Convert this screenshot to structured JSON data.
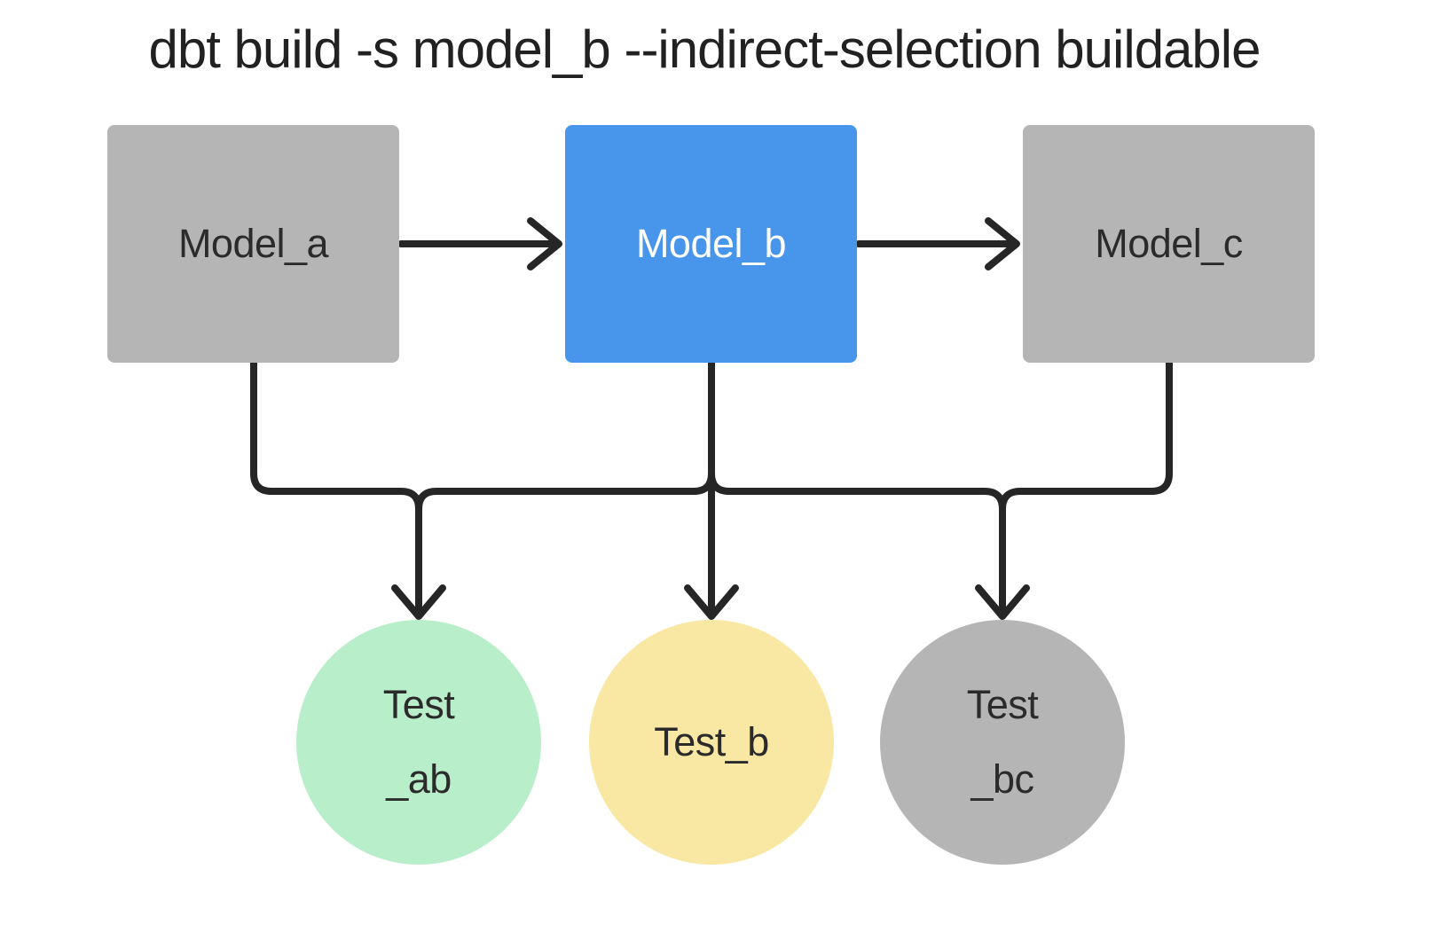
{
  "title": "dbt build -s model_b --indirect-selection buildable",
  "diagram": {
    "models": [
      {
        "id": "model_a",
        "label": "Model_a",
        "variant": "unselected"
      },
      {
        "id": "model_b",
        "label": "Model_b",
        "variant": "selected"
      },
      {
        "id": "model_c",
        "label": "Model_c",
        "variant": "unselected"
      }
    ],
    "tests": [
      {
        "id": "test_ab",
        "label_line1": "Test",
        "label_line2": "_ab",
        "variant": "green"
      },
      {
        "id": "test_b",
        "label_line1": "Test_b",
        "label_line2": "",
        "variant": "yellow"
      },
      {
        "id": "test_bc",
        "label_line1": "Test",
        "label_line2": "_bc",
        "variant": "gray"
      }
    ],
    "edges": [
      {
        "from": "model_a",
        "to": "model_b"
      },
      {
        "from": "model_b",
        "to": "model_c"
      },
      {
        "from": "model_a",
        "to": "test_ab"
      },
      {
        "from": "model_b",
        "to": "test_ab"
      },
      {
        "from": "model_b",
        "to": "test_b"
      },
      {
        "from": "model_b",
        "to": "test_bc"
      },
      {
        "from": "model_c",
        "to": "test_bc"
      }
    ]
  },
  "colors": {
    "background": "#ffffff",
    "model_selected_fill": "#4896ec",
    "model_unselected_fill": "#b5b5b5",
    "test_ab_fill": "#b9eeca",
    "test_b_fill": "#f8e8a4",
    "test_bc_fill": "#b5b5b5",
    "edge_stroke": "#262626",
    "title_text": "#212121",
    "dark_label_text": "#2b2b2b",
    "light_label_text": "#ffffff"
  }
}
